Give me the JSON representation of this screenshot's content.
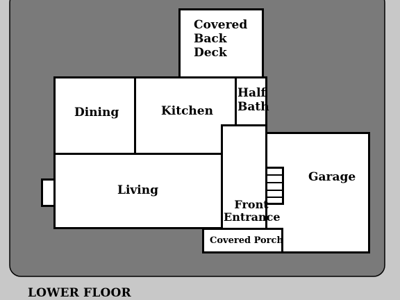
{
  "colors": {
    "page_background": "#c8c8c8",
    "panel_background": "#7a7a7a",
    "room_fill": "#ffffff",
    "wall_stroke": "#000000"
  },
  "rooms": {
    "covered_back_deck": "Covered\nBack\nDeck",
    "dining": "Dining",
    "kitchen": "Kitchen",
    "half_bath": "Half\nBath",
    "living": "Living",
    "garage": "Garage",
    "front_entrance": "Front\nEntrance",
    "covered_porch": "Covered Porch"
  },
  "footer": {
    "title": "LOWER FLOOR"
  }
}
